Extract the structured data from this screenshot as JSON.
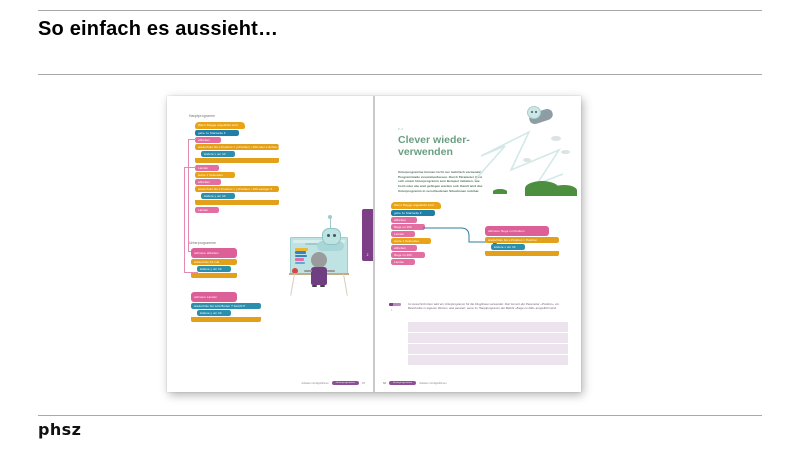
{
  "slide": {
    "title": "So einfach es aussieht…",
    "logo": "phsz"
  },
  "book": {
    "left_page": {
      "section_main_label": "Hauptprogramm",
      "section_sub_label": "Unterprogramme",
      "footer": {
        "chapter": "Arbeiten mit Algorithmen",
        "badge": "Unterprogramme",
        "page": "67"
      },
      "edge_tab_label": "2",
      "main_blocks": [
        {
          "id": "hat",
          "text": "Wenn  Flagge angeklickt wird",
          "type": "hat",
          "color": "#e8a317"
        },
        {
          "id": "goto",
          "text": "gehe zu    Startseite  ▾",
          "type": "stack",
          "color": "#1f7fa8"
        },
        {
          "id": "abheben1",
          "text": "abheben",
          "type": "stack",
          "color": "#e26ea2"
        },
        {
          "id": "wiederhole1",
          "text": "wiederhole bis    x-Position   =   y-Position  •  100  oder  x-Achse ▾",
          "type": "c-block",
          "color": "#e3a01a"
        },
        {
          "id": "aendere1",
          "text": "ändere x um  10",
          "type": "stack",
          "color": "#2d8fae"
        },
        {
          "id": "landen1",
          "text": "Landen",
          "type": "stack",
          "color": "#e26ea2"
        },
        {
          "id": "warte",
          "text": "warte    1   Sekunden",
          "type": "stack",
          "color": "#e8a317"
        },
        {
          "id": "abheben2",
          "text": "abheben",
          "type": "stack",
          "color": "#e26ea2"
        },
        {
          "id": "wiederhole2",
          "text": "wiederhole bis    x-Position   =   y-Position  •  100  weniger ▾",
          "type": "c-block",
          "color": "#e3a01a"
        },
        {
          "id": "aendere2",
          "text": "ändere y um  10",
          "type": "stack",
          "color": "#2d8fae"
        },
        {
          "id": "landen2",
          "text": "Landen",
          "type": "stack",
          "color": "#e26ea2"
        }
      ],
      "sub_programs": [
        {
          "define": "definiere     abheben",
          "blocks": [
            {
              "text": "wiederhole    10   mal",
              "type": "c-block",
              "color": "#e3a01a"
            },
            {
              "text": "ändere y um  10",
              "type": "stack",
              "color": "#2d8fae"
            }
          ]
        },
        {
          "define": "definiere     Landen",
          "blocks": [
            {
              "text": "wiederhole bis    wird   Boden ?   berührt?",
              "type": "c-block",
              "color": "#2d8fae"
            },
            {
              "text": "ändere y um  10",
              "type": "stack",
              "color": "#2d8fae"
            }
          ]
        }
      ]
    },
    "right_page": {
      "kicker": "6.4",
      "title": "Clever wieder-\nverwenden",
      "body": "Unterprogramme können nicht nur mehrfach verwendete Programmteile zusammenfassen. Durch Parameter lässt sich einem Unterprogramm zum Beispiel mitteilen, wie hoch oder wie weit geflogen werden soll. Damit wird das Unterprogramm in verschiedenen Situationen nutzbar.",
      "task": {
        "number": "1",
        "text": "Im Ausschnitt oben wird ein Unterprogramm für die Flugphase verwendet. Dort kommt der Parameter «Position» vor. Beschreibe in eigenen Worten, was passiert, wenn im Hauptprogramm der Befehl «fliege zu 200» ausgeführt wird."
      },
      "blocks_left": [
        {
          "text": "Wenn  Flagge angeklickt wird",
          "type": "hat",
          "color": "#e8a317"
        },
        {
          "text": "gehe zu    Startseite  ▾",
          "type": "stack",
          "color": "#1f7fa8"
        },
        {
          "text": "abheben",
          "type": "stack",
          "color": "#e26ea2"
        },
        {
          "text": "fliege zu   100",
          "type": "stack",
          "color": "#e26ea2"
        },
        {
          "text": "Landen",
          "type": "stack",
          "color": "#e26ea2"
        },
        {
          "text": "warte    1   Sekunden",
          "type": "stack",
          "color": "#e8a317"
        },
        {
          "text": "abheben",
          "type": "stack",
          "color": "#e26ea2"
        },
        {
          "text": "fliege zu   200",
          "type": "stack",
          "color": "#e26ea2"
        },
        {
          "text": "Landen",
          "type": "stack",
          "color": "#e26ea2"
        }
      ],
      "blocks_right": [
        {
          "text": "definiere    fliege zu   Position",
          "type": "define",
          "color": "#e26ea2"
        },
        {
          "text": "wiederhole bis    x-Position  =  Position",
          "type": "c-block",
          "color": "#e3a01a"
        },
        {
          "text": "ändere x um  10",
          "type": "stack",
          "color": "#2d8fae"
        }
      ],
      "footer": {
        "page": "68",
        "badge": "Unterprogramme",
        "chapter": "Arbeiten mit Algorithmen"
      }
    }
  },
  "colors": {
    "rule": "#a8a8a8",
    "title_text": "#000000",
    "book_title_green": "#6a9e82",
    "badge_purple": "#8d4f96",
    "tab_purple": "#7d3f86",
    "block_orange": "#e8a317",
    "block_pink": "#e26ea2",
    "block_blue": "#1f7fa8",
    "block_teal": "#2d8fae",
    "write_area": "#ece3ef"
  }
}
